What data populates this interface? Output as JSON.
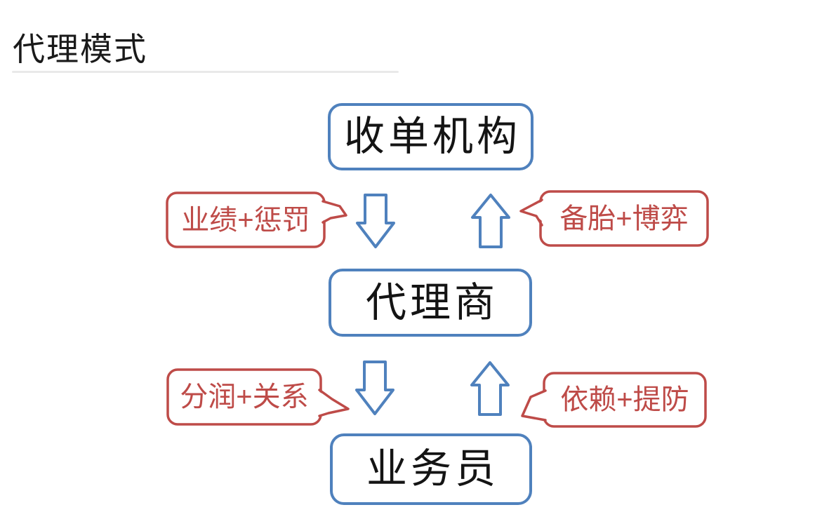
{
  "title": "代理模式",
  "colors": {
    "node_border": "#4F81BD",
    "arrow": "#4F81BD",
    "callout": "#BE4B48",
    "title_text": "#1A1A1A",
    "node_text": "#141414",
    "underline": "#E9E9E9",
    "background": "#FFFFFF"
  },
  "diagram": {
    "nodes": [
      {
        "id": "acquirer",
        "label": "收单机构"
      },
      {
        "id": "agent",
        "label": "代理商"
      },
      {
        "id": "salesman",
        "label": "业务员"
      }
    ],
    "callouts": [
      {
        "label": "业绩+惩罚",
        "position": "left-top",
        "points_at": "down-arrow-top"
      },
      {
        "label": "备胎+博弈",
        "position": "right-top",
        "points_at": "up-arrow-top"
      },
      {
        "label": "分润+关系",
        "position": "left-bottom",
        "points_at": "down-arrow-bottom"
      },
      {
        "label": "依赖+提防",
        "position": "right-bottom",
        "points_at": "up-arrow-bottom"
      }
    ],
    "arrows": [
      {
        "direction": "down",
        "from": "收单机构",
        "to": "代理商"
      },
      {
        "direction": "up",
        "from": "代理商",
        "to": "收单机构"
      },
      {
        "direction": "down",
        "from": "代理商",
        "to": "业务员"
      },
      {
        "direction": "up",
        "from": "业务员",
        "to": "代理商"
      }
    ]
  }
}
